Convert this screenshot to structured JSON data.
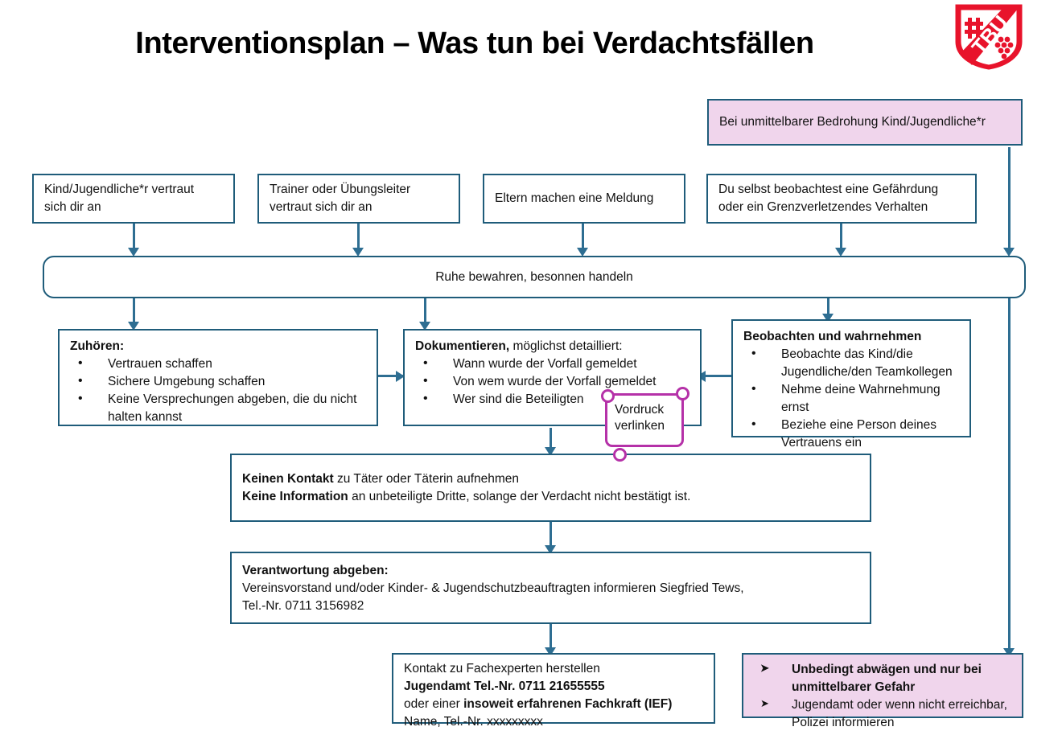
{
  "page": {
    "title": "Interventionsplan – Was tun bei Verdachtsfällen",
    "logo_text": "TBU",
    "colors": {
      "border": "#1F5C7A",
      "connector": "#2E6E92",
      "pink_fill": "#F0D5EC",
      "callout": "#B531A8",
      "logo_red": "#E8132B"
    }
  },
  "boxes": {
    "emergency_top": {
      "text": "Bei unmittelbarer Bedrohung Kind/Jugendliche*r"
    },
    "trigger_1": {
      "line1": "Kind/Jugendliche*r vertraut",
      "line2": "sich dir an"
    },
    "trigger_2": {
      "line1": "Trainer oder Übungsleiter",
      "line2": "vertraut sich dir an"
    },
    "trigger_3": {
      "line1": "Eltern machen eine Meldung"
    },
    "trigger_4": {
      "line1": "Du selbst beobachtest eine Gefährdung",
      "line2": "oder ein Grenzverletzendes Verhalten"
    },
    "calm": {
      "text": "Ruhe bewahren, besonnen handeln"
    },
    "listen": {
      "heading": "Zuhören:",
      "bullets": [
        "Vertrauen schaffen",
        "Sichere Umgebung schaffen",
        "Keine Versprechungen abgeben, die du nicht halten kannst"
      ]
    },
    "document": {
      "heading": "Dokumentieren,",
      "heading_rest": " möglichst detailliert:",
      "bullets": [
        "Wann wurde der Vorfall gemeldet",
        "Von wem wurde der Vorfall gemeldet",
        "Wer sind die Beteiligten"
      ]
    },
    "observe": {
      "heading": "Beobachten und wahrnehmen",
      "bullets": [
        "Beobachte das Kind/die Jugendliche/den Teamkollegen",
        "Nehme deine Wahrnehmung ernst",
        "Beziehe eine Person deines Vertrauens ein"
      ]
    },
    "no_contact": {
      "line1_bold": "Keinen Kontakt",
      "line1_rest": " zu Täter oder Täterin aufnehmen",
      "line2_bold": "Keine Information",
      "line2_rest": " an unbeteiligte Dritte, solange der Verdacht nicht bestätigt ist."
    },
    "responsibility": {
      "heading": "Verantwortung abgeben:",
      "line2": "Vereinsvorstand und/oder Kinder- & Jugendschutzbeauftragten informieren Siegfried Tews,",
      "line3": "Tel.-Nr. 0711 3156982"
    },
    "experts": {
      "line1": "Kontakt zu Fachexperten herstellen",
      "line2_bold": "Jugendamt Tel.-Nr.  0711 21655555",
      "line3_prefix": "oder einer ",
      "line3_bold": "insoweit erfahrenen Fachkraft (IEF)",
      "line4": "Name, Tel.-Nr. xxxxxxxxx"
    },
    "danger_bottom": {
      "bullets": [
        "Unbedingt abwägen und nur bei unmittelbarer Gefahr",
        "Jugendamt oder wenn nicht erreichbar, Polizei informieren"
      ]
    }
  },
  "callout": {
    "line1": "Vordruck",
    "line2": "verlinken"
  }
}
